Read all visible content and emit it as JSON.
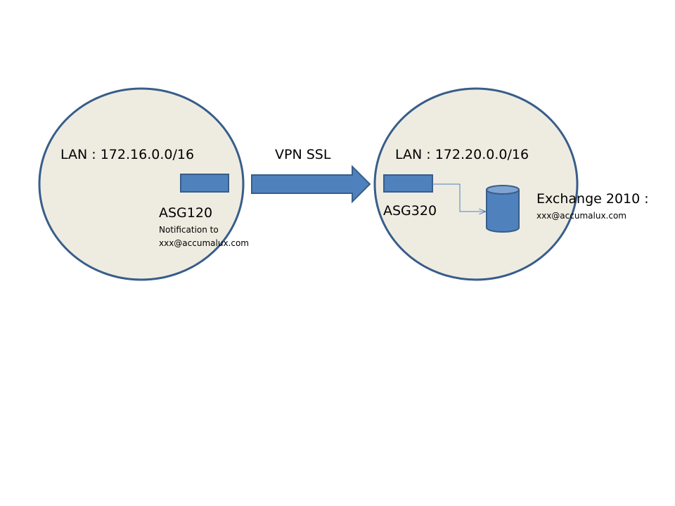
{
  "colors": {
    "zone_fill": "#EEECE1",
    "zone_stroke": "#385D8A",
    "device_fill": "#4F81BD",
    "device_stroke": "#385D8A",
    "connector": "#4F81BD"
  },
  "left_site": {
    "lan_label": "LAN : 172.16.0.0/16",
    "device_name": "ASG120",
    "note_line1": "Notification to",
    "note_line2": "xxx@accumalux.com"
  },
  "link": {
    "label": "VPN  SSL"
  },
  "right_site": {
    "lan_label": "LAN : 172.20.0.0/16",
    "device_name": "ASG320",
    "server_name": "Exchange 2010 :",
    "server_email": "xxx@accumalux.com"
  }
}
